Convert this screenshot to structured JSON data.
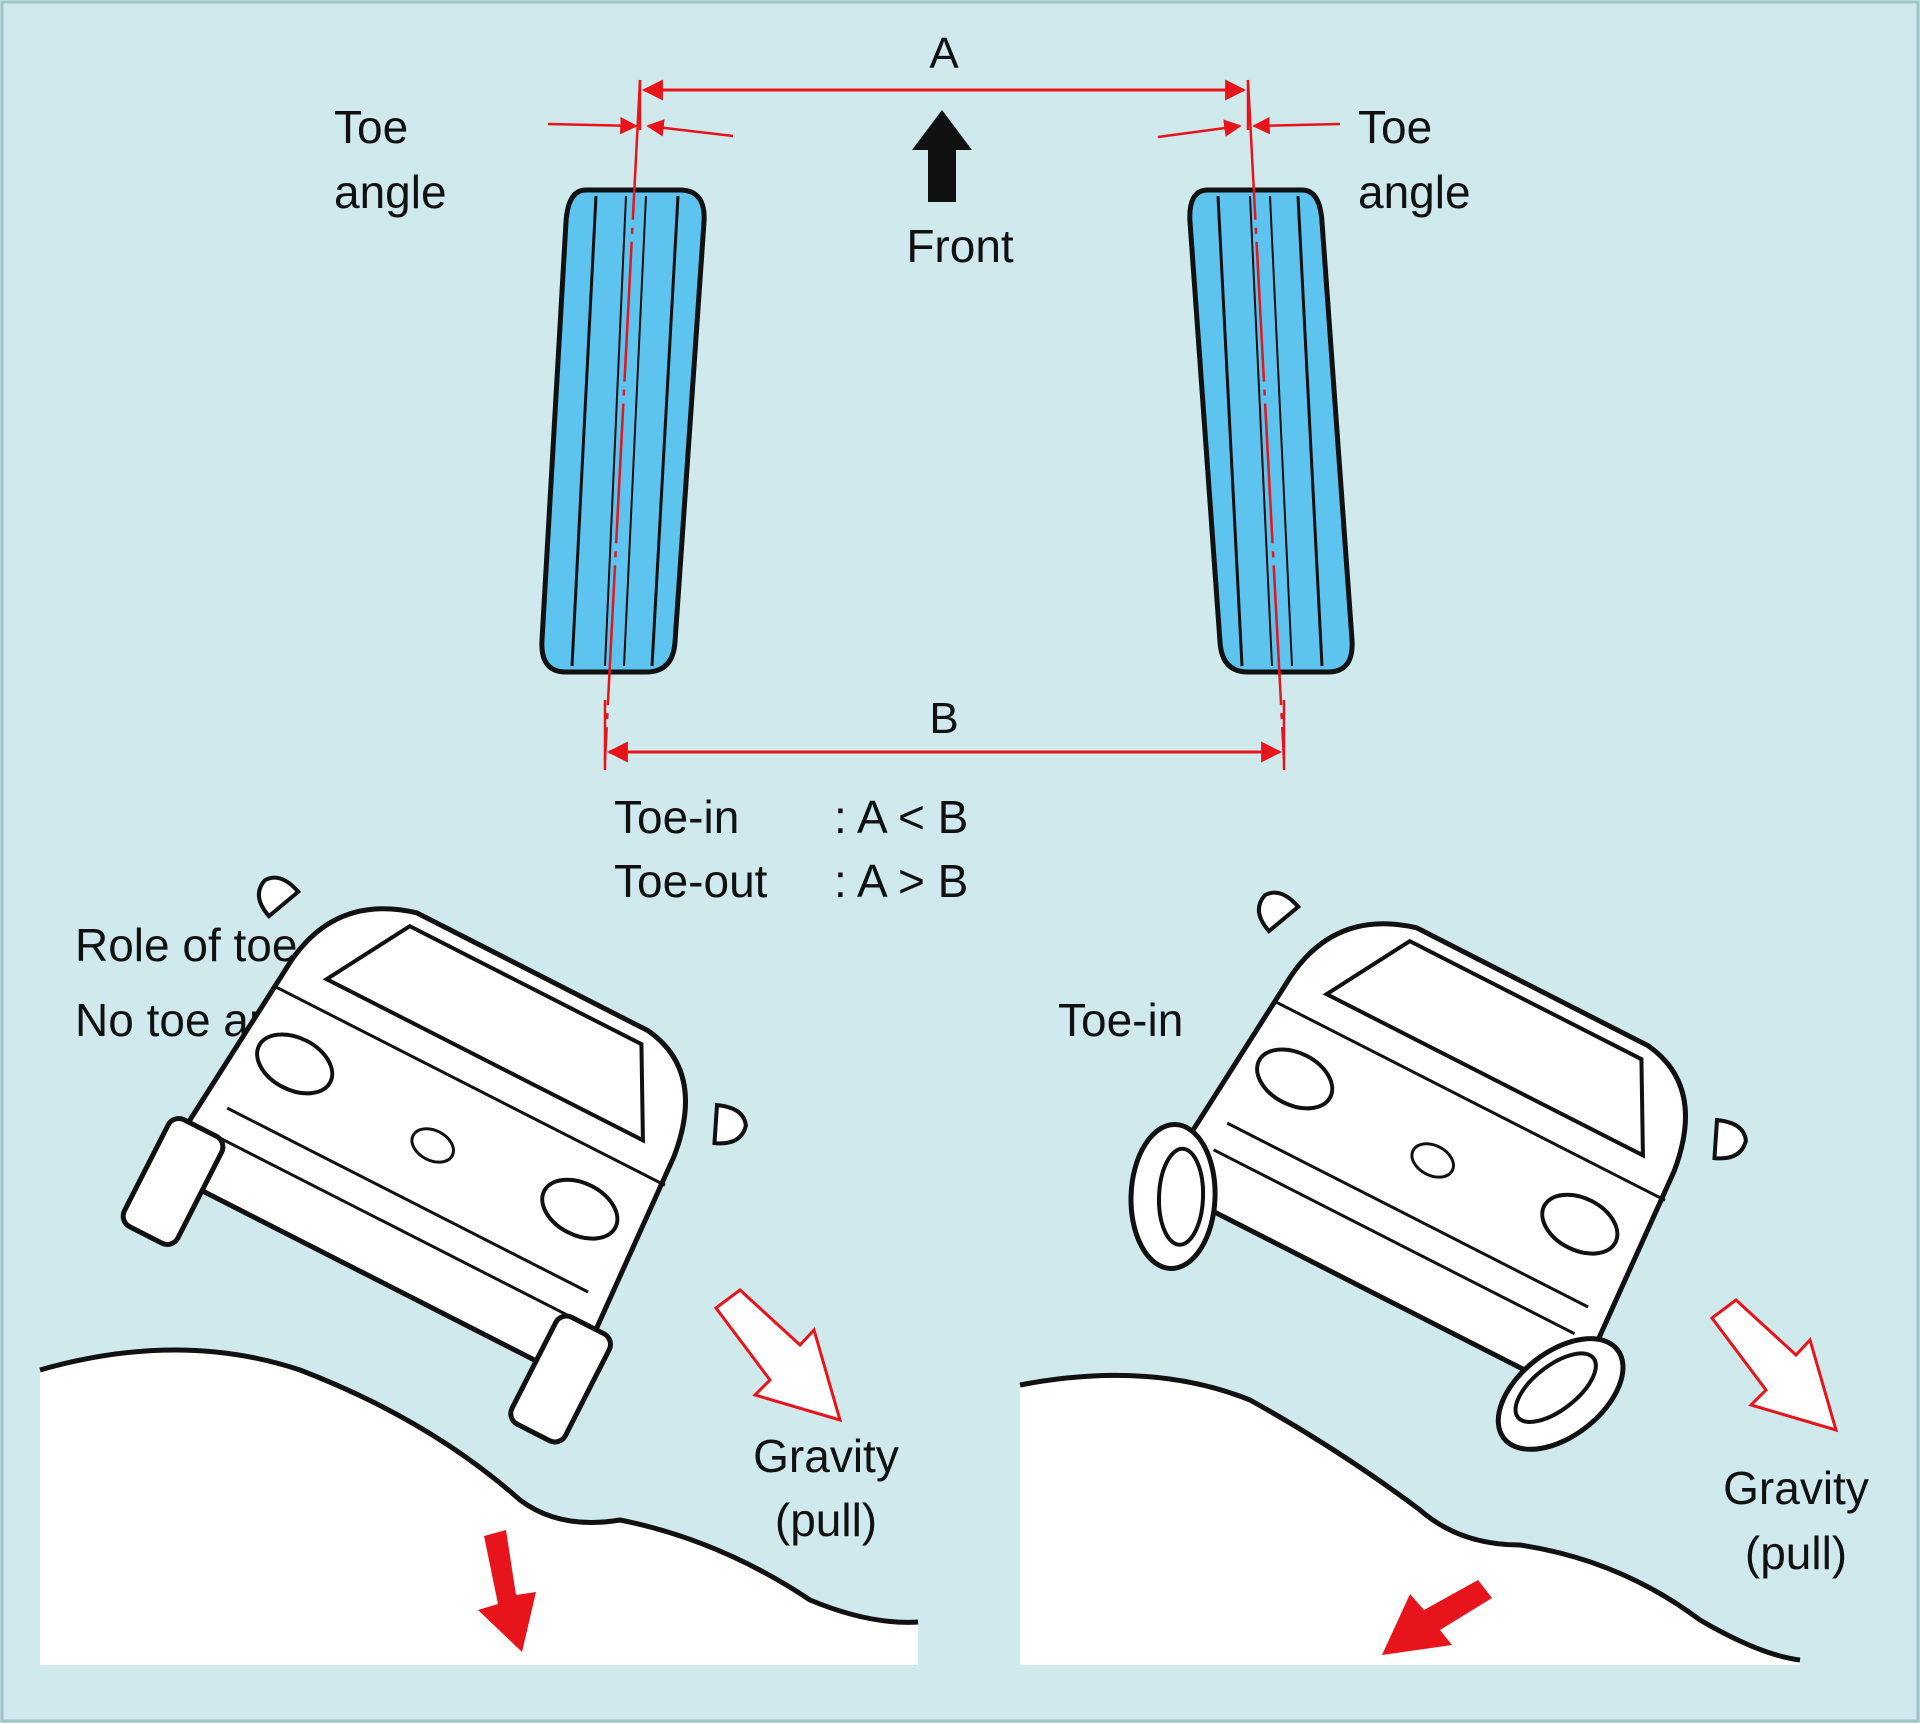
{
  "colors": {
    "background": "#cfe9ec",
    "tire_fill": "#5cc4ef",
    "measure_red": "#e8141c",
    "ground_fill": "#ffffff",
    "outline": "#111111"
  },
  "top_diagram": {
    "label_a": "A",
    "label_b": "B",
    "front_label": "Front",
    "toe_angle_left": [
      "Toe",
      "angle"
    ],
    "toe_angle_right": [
      "Toe",
      "angle"
    ],
    "definitions": [
      {
        "term": "Toe-in",
        "relation": ": A < B"
      },
      {
        "term": "Toe-out",
        "relation": ": A > B"
      }
    ]
  },
  "bottom_section": {
    "heading": "Role of toe angle",
    "panels": [
      {
        "title": "No toe angle",
        "gravity_label": [
          "Gravity",
          "(pull)"
        ]
      },
      {
        "title": "Toe-in",
        "gravity_label": [
          "Gravity",
          "(pull)"
        ]
      }
    ]
  }
}
